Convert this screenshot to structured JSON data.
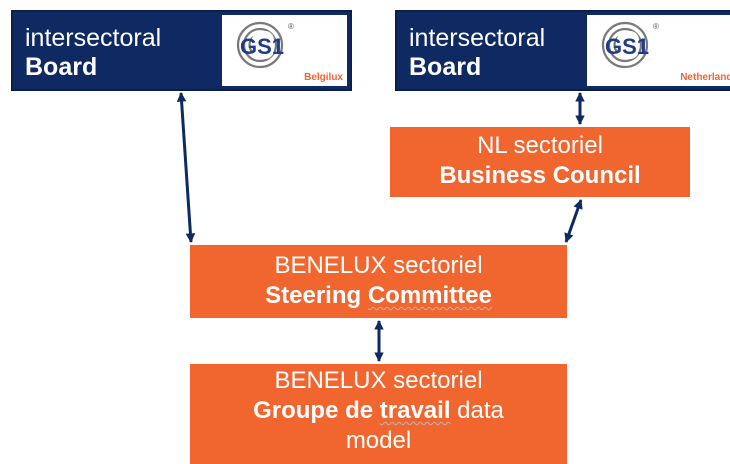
{
  "boards": {
    "belgilux": {
      "line1": "intersectoral",
      "line2": "Board",
      "logo_text": "GS1",
      "logo_sup": "®",
      "region": "Belgilux"
    },
    "netherlands": {
      "line1": "intersectoral",
      "line2": "Board",
      "logo_text": "GS1",
      "logo_sup": "®",
      "region": "Netherlands"
    }
  },
  "nl_council": {
    "line1": "NL sectoriel",
    "line2": "Business Council"
  },
  "steering": {
    "line1": "BENELUX sectoriel",
    "line2a": "Steering ",
    "line2b": "Committee"
  },
  "workgroup": {
    "line1": "BENELUX sectoriel",
    "line2a": "Groupe de ",
    "line2b": "travail",
    "line2c": " data",
    "line3": "model"
  },
  "colors": {
    "navy": "#0f2a63",
    "orange": "#f1652f",
    "arrow": "#0f2a63",
    "gs1_orange": "#f26334"
  }
}
